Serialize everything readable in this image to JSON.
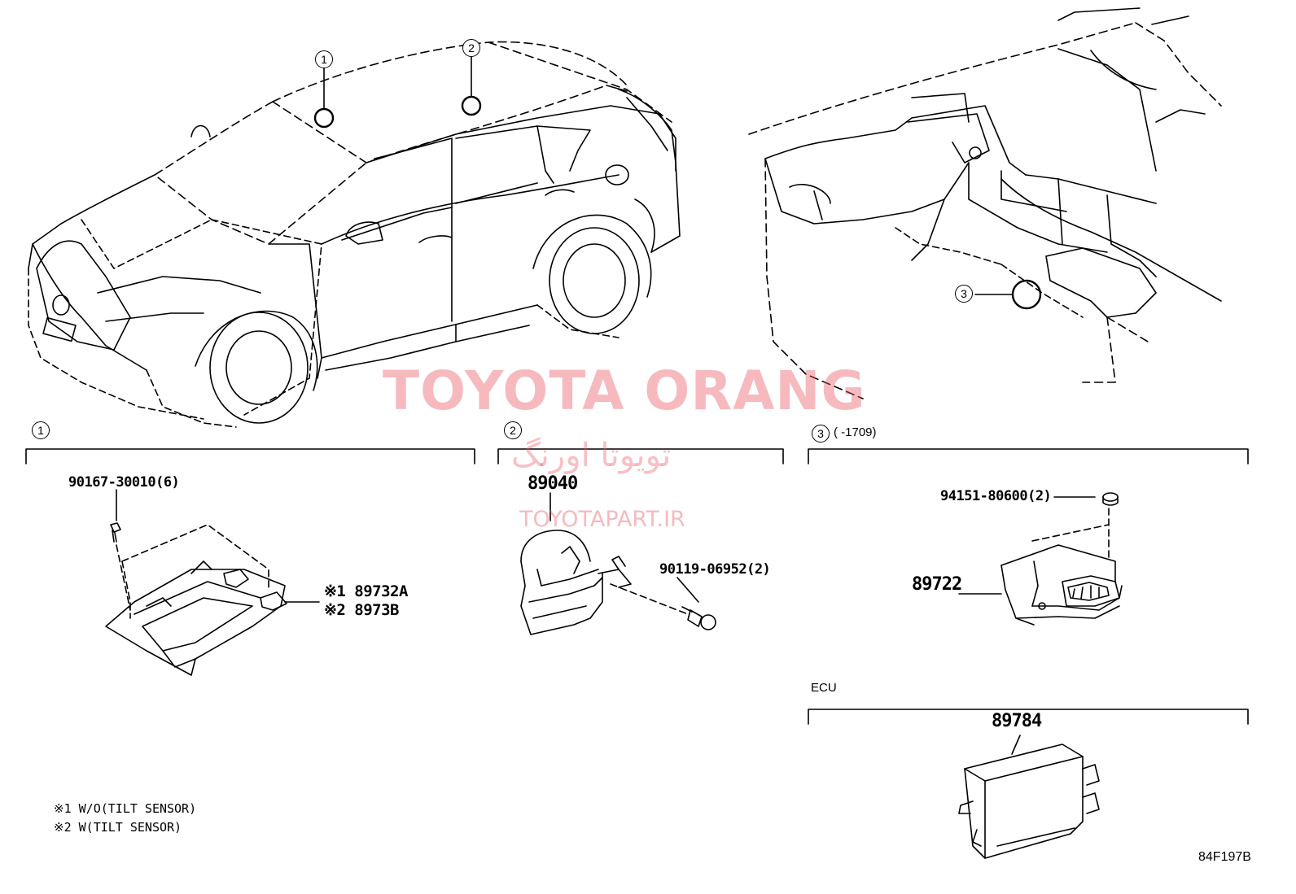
{
  "callouts": {
    "loc1": "1",
    "loc2": "2",
    "loc3": "3"
  },
  "sections": {
    "s1": {
      "num": "1"
    },
    "s2": {
      "num": "2"
    },
    "s3": {
      "num": "3",
      "range": "(       -1709)"
    },
    "ecu": {
      "label": "ECU"
    }
  },
  "parts": {
    "p1_bolt": "90167-30010(6)",
    "p1_a": "※1 89732A",
    "p1_b": "※2 8973B",
    "p2_main": "89040",
    "p2_bolt": "90119-06952(2)",
    "p3_nut": "94151-80600(2)",
    "p3_main": "89722",
    "ecu_main": "89784"
  },
  "notes": {
    "n1": "※1 W/O(TILT SENSOR)",
    "n2": "※2 W(TILT SENSOR)"
  },
  "diagram_code": "84F197B",
  "watermark": {
    "title": "TOYOTA ORANG",
    "persian": "تویوتا اورنگ",
    "url": "TOYOTAPART.IR"
  }
}
